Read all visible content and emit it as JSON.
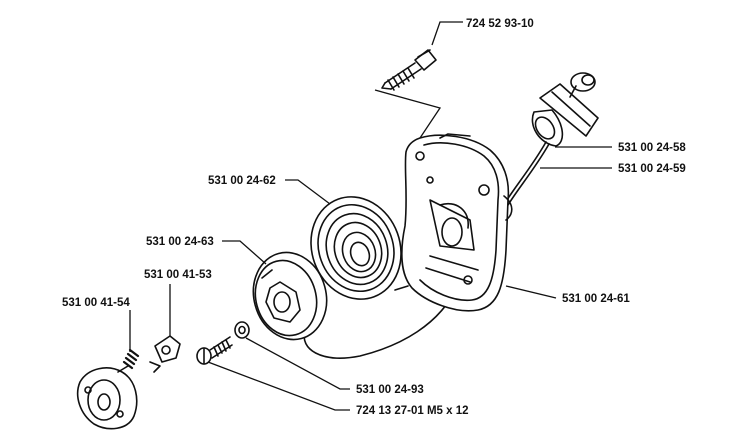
{
  "diagram": {
    "colors": {
      "ink": "#111111",
      "background": "#ffffff"
    },
    "parts": [
      {
        "id": "screw-top",
        "part_number": "724 52 93-10"
      },
      {
        "id": "handle",
        "part_number": "531 00 24-58"
      },
      {
        "id": "starter-rope",
        "part_number": "531 00 24-59"
      },
      {
        "id": "recoil-spring",
        "part_number": "531 00 24-62"
      },
      {
        "id": "rope-pulley",
        "part_number": "531 00 24-63"
      },
      {
        "id": "starter-pawl",
        "part_number": "531 00 41-53"
      },
      {
        "id": "pawl-spring",
        "part_number": "531 00 41-54"
      },
      {
        "id": "starter-housing",
        "part_number": "531 00 24-61"
      },
      {
        "id": "washer",
        "part_number": "531 00 24-93"
      },
      {
        "id": "center-screw",
        "part_number": "724 13 27-01 M5 x 12"
      }
    ]
  }
}
